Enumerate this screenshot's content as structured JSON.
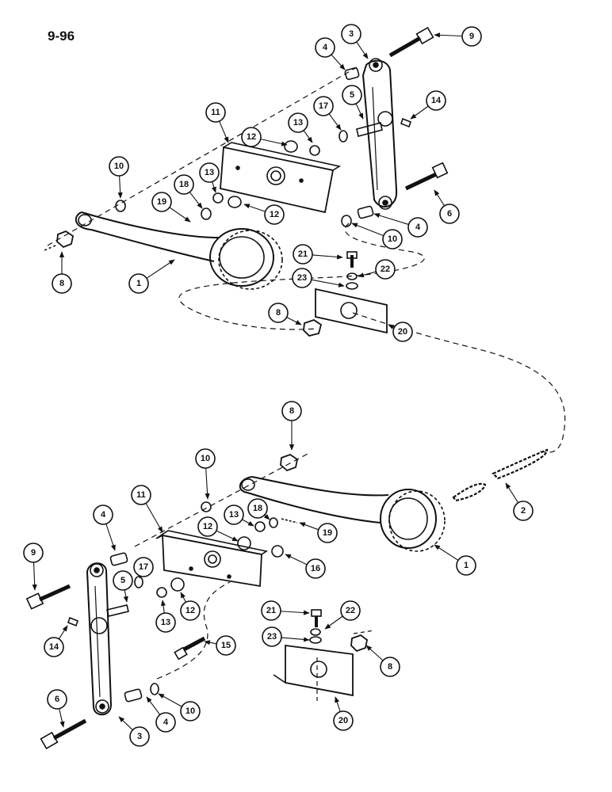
{
  "page_number": "9-96",
  "colors": {
    "ink": "#111111",
    "paper": "#ffffff"
  },
  "callouts": {
    "top_1": "1",
    "top_3": "3",
    "top_4a": "4",
    "top_4b": "4",
    "top_5": "5",
    "top_6": "6",
    "top_8a": "8",
    "top_8b": "8",
    "top_9": "9",
    "top_10a": "10",
    "top_10b": "10",
    "top_11": "11",
    "top_12a": "12",
    "top_12b": "12",
    "top_13a": "13",
    "top_13b": "13",
    "top_14": "14",
    "top_17": "17",
    "top_18": "18",
    "top_19": "19",
    "top_20": "20",
    "top_21": "21",
    "top_22": "22",
    "top_23": "23",
    "bot_1": "1",
    "bot_2": "2",
    "bot_3": "3",
    "bot_4a": "4",
    "bot_4b": "4",
    "bot_5": "5",
    "bot_6": "6",
    "bot_8a": "8",
    "bot_8b": "8",
    "bot_9": "9",
    "bot_10a": "10",
    "bot_10b": "10",
    "bot_11": "11",
    "bot_12a": "12",
    "bot_12b": "12",
    "bot_13a": "13",
    "bot_13b": "13",
    "bot_14": "14",
    "bot_15": "15",
    "bot_16": "16",
    "bot_17": "17",
    "bot_18": "18",
    "bot_19": "19",
    "bot_20": "20",
    "bot_21": "21",
    "bot_22": "22",
    "bot_23": "23"
  }
}
